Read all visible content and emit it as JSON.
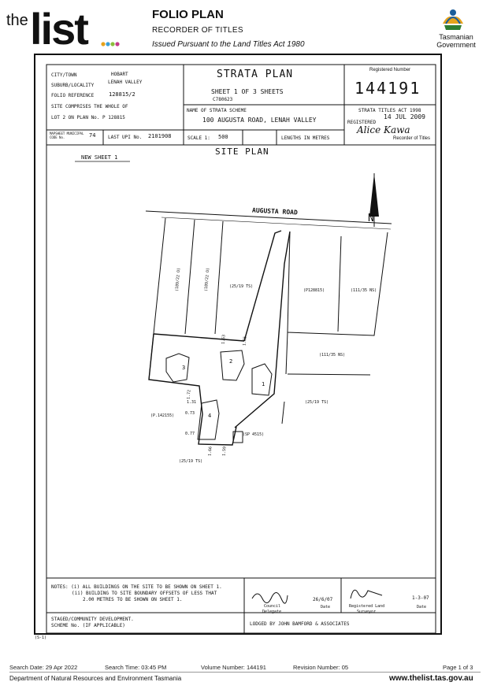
{
  "header": {
    "logo_text": "the list",
    "title": "FOLIO PLAN",
    "subtitle": "RECORDER OF TITLES",
    "act_line": "Issued Pursuant to the Land Titles Act 1980",
    "gov_line1": "Tasmanian",
    "gov_line2": "Government"
  },
  "plan": {
    "city_label": "CITY/TOWN",
    "city_value": "HOBART",
    "suburb_label": "SUBURB/LOCALITY",
    "suburb_value": "LENAH VALLEY",
    "folio_label": "FOLIO REFERENCE",
    "folio_value": "128815/2",
    "site_comprises": "SITE COMPRISES THE WHOLE OF",
    "lot_line": "LOT 2  ON PLAN No. P 128815",
    "mapsheet_label": "MAPSHEET MUNICIPAL CODE No.",
    "mapsheet_value": "74",
    "last_upi_label": "LAST UPI No.",
    "last_upi_value": "2101908",
    "plan_type": "STRATA PLAN",
    "sheet_of": "SHEET 1 OF   3 SHEETS",
    "c_ref": "C780623",
    "scheme_name_label": "NAME OF STRATA SCHEME",
    "scheme_name_value": "100 AUGUSTA ROAD, LENAH VALLEY",
    "scale_label": "SCALE 1:",
    "scale_value": "500",
    "lengths": "LENGTHS IN METRES",
    "registered_number_label": "Registered Number",
    "registered_number": "144191",
    "strata_act": "STRATA TITLES ACT 1998",
    "registered_label": "REGISTERED",
    "registered_date": "14 JUL 2009",
    "recorder_signature": "Alice Kawa",
    "recorder_label": "Recorder of Titles",
    "site_plan_title": "SITE PLAN",
    "new_sheet": "NEW SHEET 1",
    "road": "AUGUSTA  ROAD",
    "north": "N",
    "labels": {
      "p128815": "(P128815)",
      "r111_35_a": "(111/35 NS)",
      "r111_35_b": "(111/35 NS)",
      "r25_19_a": "(25/19 TS)",
      "r25_19_b": "(25/19 TS)",
      "r25_19_c": "(25/19 TS)",
      "r189_22_a": "(189/22 O)",
      "r189_22_b": "(189/22 O)",
      "p142155": "(P.142155)",
      "sp4515": "(SP 4515)",
      "d163": "1.63",
      "d165": "1.65",
      "d172": "1.72",
      "d131": "1.31",
      "d073": "0.73",
      "d077": "0.77",
      "d166": "1.66",
      "d159": "1.59",
      "unit1": "1",
      "unit2": "2",
      "unit3": "3",
      "unit4": "4"
    },
    "notes_line1": "NOTES: (i) ALL BUILDINGS ON THE SITE TO BE SHOWN ON SHEET 1.",
    "notes_line2": "(ii) BUILDING TO SITE BOUNDARY OFFSETS OF LESS THAT",
    "notes_line3": "2.00 METRES TO BE SHOWN ON SHEET 1.",
    "council_date": "26/6/07",
    "council_label": "Council",
    "delegate_label": "Delegate",
    "date_label": "Date",
    "surveyor_date": "1-3-07",
    "surveyor_label1": "Registered Land",
    "surveyor_label2": "Surveyor",
    "surveyor_date_label": "Date",
    "staged_line1": "STAGED/COMMUNITY DEVELOPMENT.",
    "staged_line2": "SCHEME No. (IF APPLICABLE)",
    "lodged_by": "LODGED BY       JOHN  BAMFORD  &  ASSOCIATES",
    "form_ref": "(S-1)"
  },
  "footer": {
    "search_date": "Search Date: 29 Apr 2022",
    "search_time": "Search Time: 03:45 PM",
    "volume": "Volume Number: 144191",
    "revision": "Revision Number: 05",
    "page": "Page 1 of 3",
    "dept": "Department of Natural Resources and Environment Tasmania",
    "url": "www.thelist.tas.gov.au"
  },
  "colors": {
    "logo_dots": [
      "#e6a31c",
      "#3aa0d8",
      "#8bbd3c",
      "#c33b8a"
    ]
  }
}
